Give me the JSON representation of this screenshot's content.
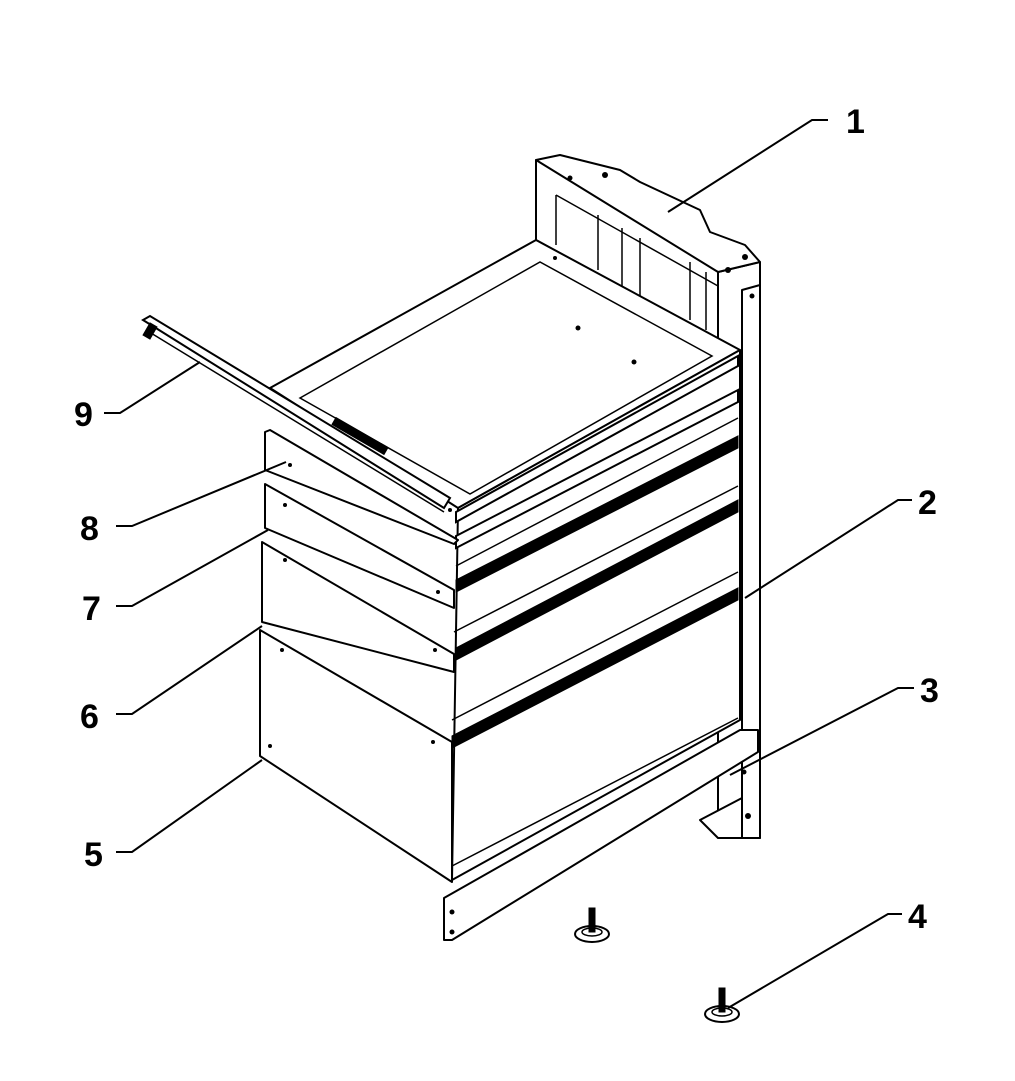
{
  "callouts": [
    {
      "id": "p1",
      "label": "1"
    },
    {
      "id": "p2",
      "label": "2"
    },
    {
      "id": "p3",
      "label": "3"
    },
    {
      "id": "p4",
      "label": "4"
    },
    {
      "id": "p5",
      "label": "5"
    },
    {
      "id": "p6",
      "label": "6"
    },
    {
      "id": "p7",
      "label": "7"
    },
    {
      "id": "p8",
      "label": "8"
    },
    {
      "id": "p9",
      "label": "9"
    }
  ]
}
